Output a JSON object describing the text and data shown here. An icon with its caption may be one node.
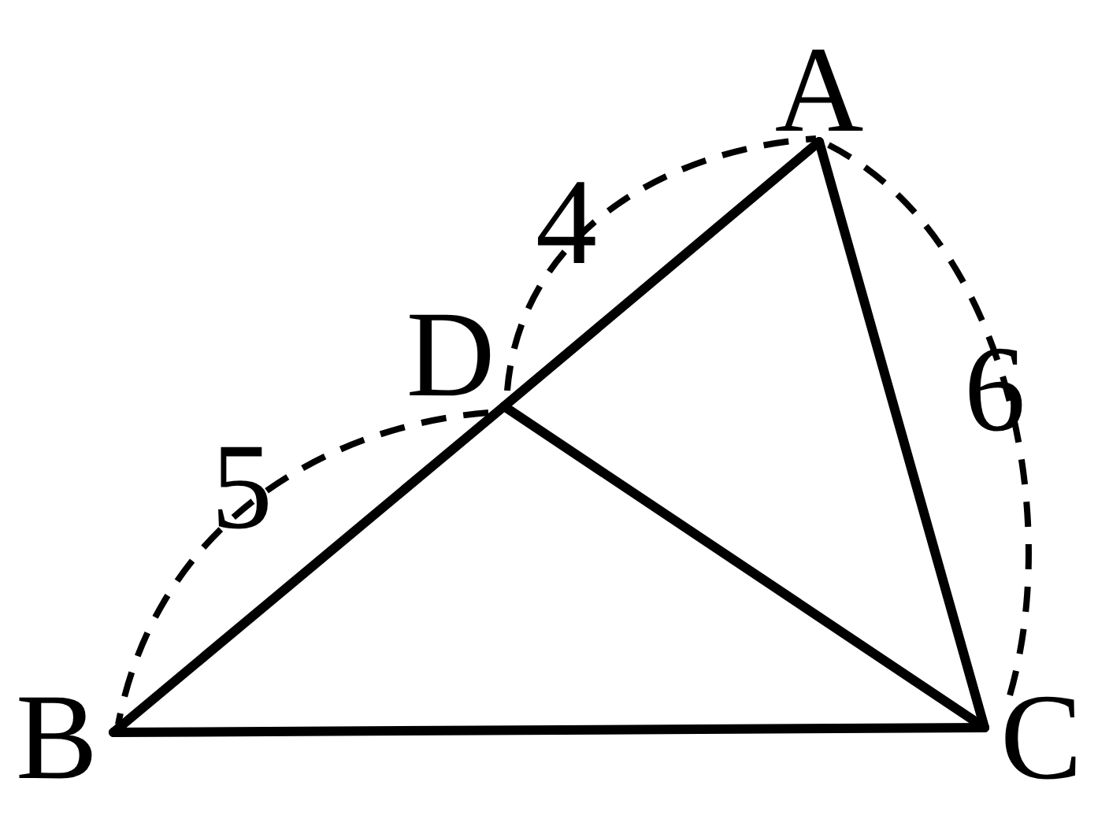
{
  "diagram": {
    "nodes": [
      {
        "text": [
          "A"
        ]
      },
      {
        "text": [
          "D"
        ]
      },
      {
        "text": [
          "B"
        ]
      },
      {
        "text": [
          "C"
        ]
      }
    ],
    "edges": [
      {
        "from": 0,
        "to": 1,
        "arrow": "none"
      },
      {
        "from": 1,
        "to": 2,
        "arrow": "none"
      },
      {
        "from": 0,
        "to": 3,
        "arrow": "none"
      },
      {
        "from": 1,
        "to": 3,
        "arrow": "none"
      },
      {
        "from": 2,
        "to": 3,
        "arrow": "none"
      }
    ],
    "labels": [
      "4",
      "6",
      "5"
    ]
  }
}
